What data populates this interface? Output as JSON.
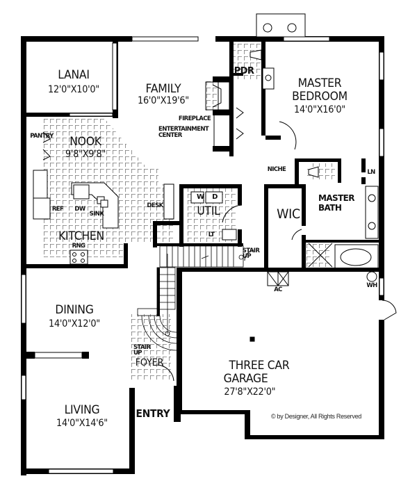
{
  "plan": {
    "rooms": {
      "lanai": {
        "name": "LANAI",
        "dims": "12'0\"X10'0\""
      },
      "family": {
        "name": "FAMILY",
        "dims": "16'0\"X19'6\""
      },
      "master_bedroom": {
        "name_line1": "MASTER",
        "name_line2": "BEDROOM",
        "dims": "14'0\"X16'0\""
      },
      "nook": {
        "name": "NOOK",
        "dims": "9'8\"X9'8\""
      },
      "kitchen": {
        "name": "KITCHEN"
      },
      "util": {
        "name": "UTIL"
      },
      "wic": {
        "name": "WIC"
      },
      "master_bath": {
        "name_line1": "MASTER",
        "name_line2": "BATH"
      },
      "dining": {
        "name": "DINING",
        "dims": "14'0\"X12'0\""
      },
      "living": {
        "name": "LIVING",
        "dims": "14'0\"X14'6\""
      },
      "foyer": {
        "name": "FOYER"
      },
      "entry": {
        "name": "ENTRY"
      },
      "garage": {
        "name_line1": "THREE CAR",
        "name_line2": "GARAGE",
        "dims": "27'8\"X22'0\""
      },
      "pdr": {
        "name": "PDR"
      }
    },
    "fixtures": {
      "pantry": "PANTRY",
      "fireplace": "FIREPLACE",
      "entertainment_line1": "ENTERTAINMENT",
      "entertainment_line2": "CENTER",
      "niche": "NICHE",
      "linen": "LN",
      "ref": "REF",
      "dw": "DW",
      "sink": "SINK",
      "desk": "DESK",
      "range": "RNG",
      "washer": "W",
      "dryer": "D",
      "laundry_tub": "LT",
      "stair_up_1_line1": "STAIR",
      "stair_up_1_line2": "UP",
      "stair_up_2_line1": "STAIR",
      "stair_up_2_line2": "UP",
      "ac": "AC",
      "water_heater": "WH"
    },
    "copyright": "© by Designer, All Rights Reserved"
  }
}
